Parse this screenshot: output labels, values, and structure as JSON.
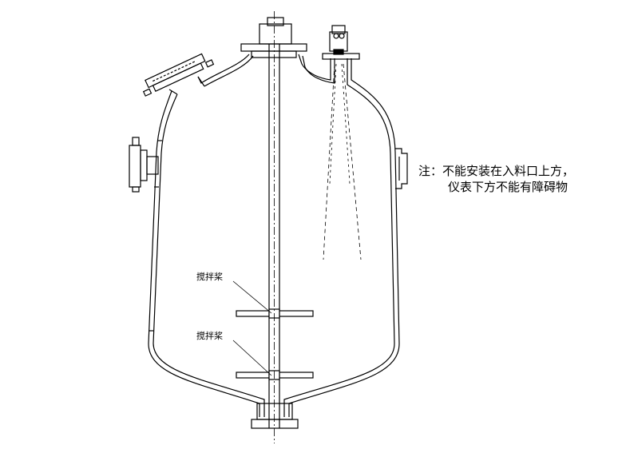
{
  "note": {
    "line1": "注：不能安装在入料口上方，",
    "line2": "仪表下方不能有障碍物"
  },
  "labels": {
    "agitator_upper": "搅拌桨",
    "agitator_lower": "搅拌桨"
  }
}
